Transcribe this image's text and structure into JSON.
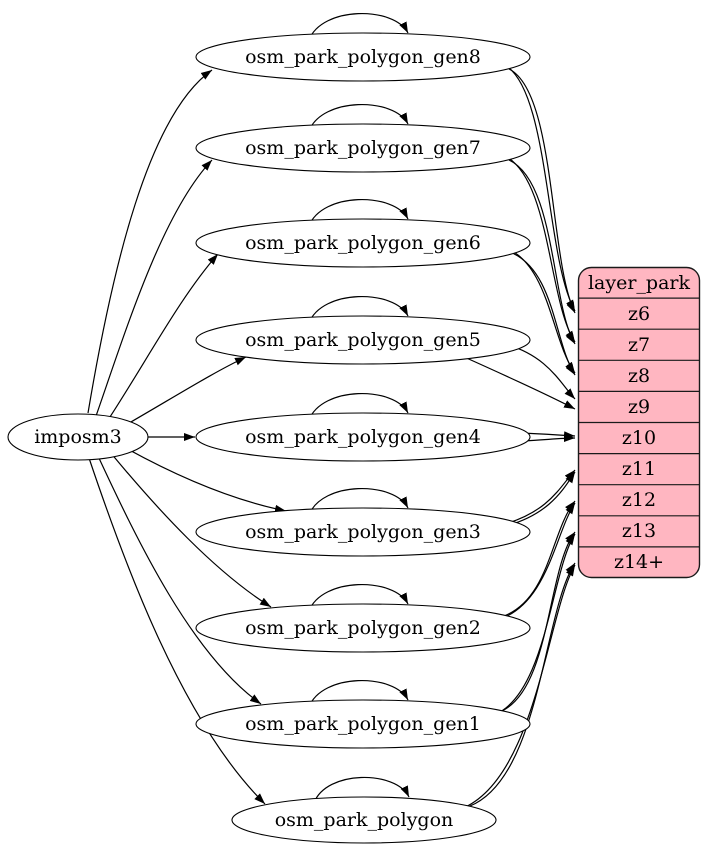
{
  "diagram": {
    "kind": "etl-graph",
    "nodes": {
      "source": {
        "label": "imposm3"
      },
      "tables": [
        {
          "label": "osm_park_polygon_gen8"
        },
        {
          "label": "osm_park_polygon_gen7"
        },
        {
          "label": "osm_park_polygon_gen6"
        },
        {
          "label": "osm_park_polygon_gen5"
        },
        {
          "label": "osm_park_polygon_gen4"
        },
        {
          "label": "osm_park_polygon_gen3"
        },
        {
          "label": "osm_park_polygon_gen2"
        },
        {
          "label": "osm_park_polygon_gen1"
        },
        {
          "label": "osm_park_polygon"
        }
      ],
      "layer": {
        "title": "layer_park",
        "rows": [
          "z6",
          "z7",
          "z8",
          "z9",
          "z10",
          "z11",
          "z12",
          "z13",
          "z14+"
        ]
      }
    },
    "edges": {
      "from_source": [
        "osm_park_polygon_gen8",
        "osm_park_polygon_gen7",
        "osm_park_polygon_gen6",
        "osm_park_polygon_gen5",
        "osm_park_polygon_gen4",
        "osm_park_polygon_gen3",
        "osm_park_polygon_gen2",
        "osm_park_polygon_gen1",
        "osm_park_polygon"
      ],
      "self_loops": [
        "osm_park_polygon_gen8",
        "osm_park_polygon_gen7",
        "osm_park_polygon_gen6",
        "osm_park_polygon_gen5",
        "osm_park_polygon_gen4",
        "osm_park_polygon_gen3",
        "osm_park_polygon_gen2",
        "osm_park_polygon_gen1",
        "osm_park_polygon"
      ],
      "to_layer": [
        {
          "from": "osm_park_polygon_gen8",
          "to": "z6",
          "strands": 2
        },
        {
          "from": "osm_park_polygon_gen7",
          "to": "z7",
          "strands": 2
        },
        {
          "from": "osm_park_polygon_gen6",
          "to": "z8",
          "strands": 2
        },
        {
          "from": "osm_park_polygon_gen5",
          "to": "z9",
          "strands": 2
        },
        {
          "from": "osm_park_polygon_gen4",
          "to": "z10",
          "strands": 2
        },
        {
          "from": "osm_park_polygon_gen3",
          "to": "z11",
          "strands": 2
        },
        {
          "from": "osm_park_polygon_gen2",
          "to": "z12",
          "strands": 2
        },
        {
          "from": "osm_park_polygon_gen1",
          "to": "z13",
          "strands": 2
        },
        {
          "from": "osm_park_polygon",
          "to": "z14+",
          "strands": 2
        }
      ]
    },
    "colors": {
      "layer_fill": "#ffb6c1",
      "table_fill": "#ffffff",
      "stroke": "#000000",
      "background": "#ffffff"
    }
  }
}
